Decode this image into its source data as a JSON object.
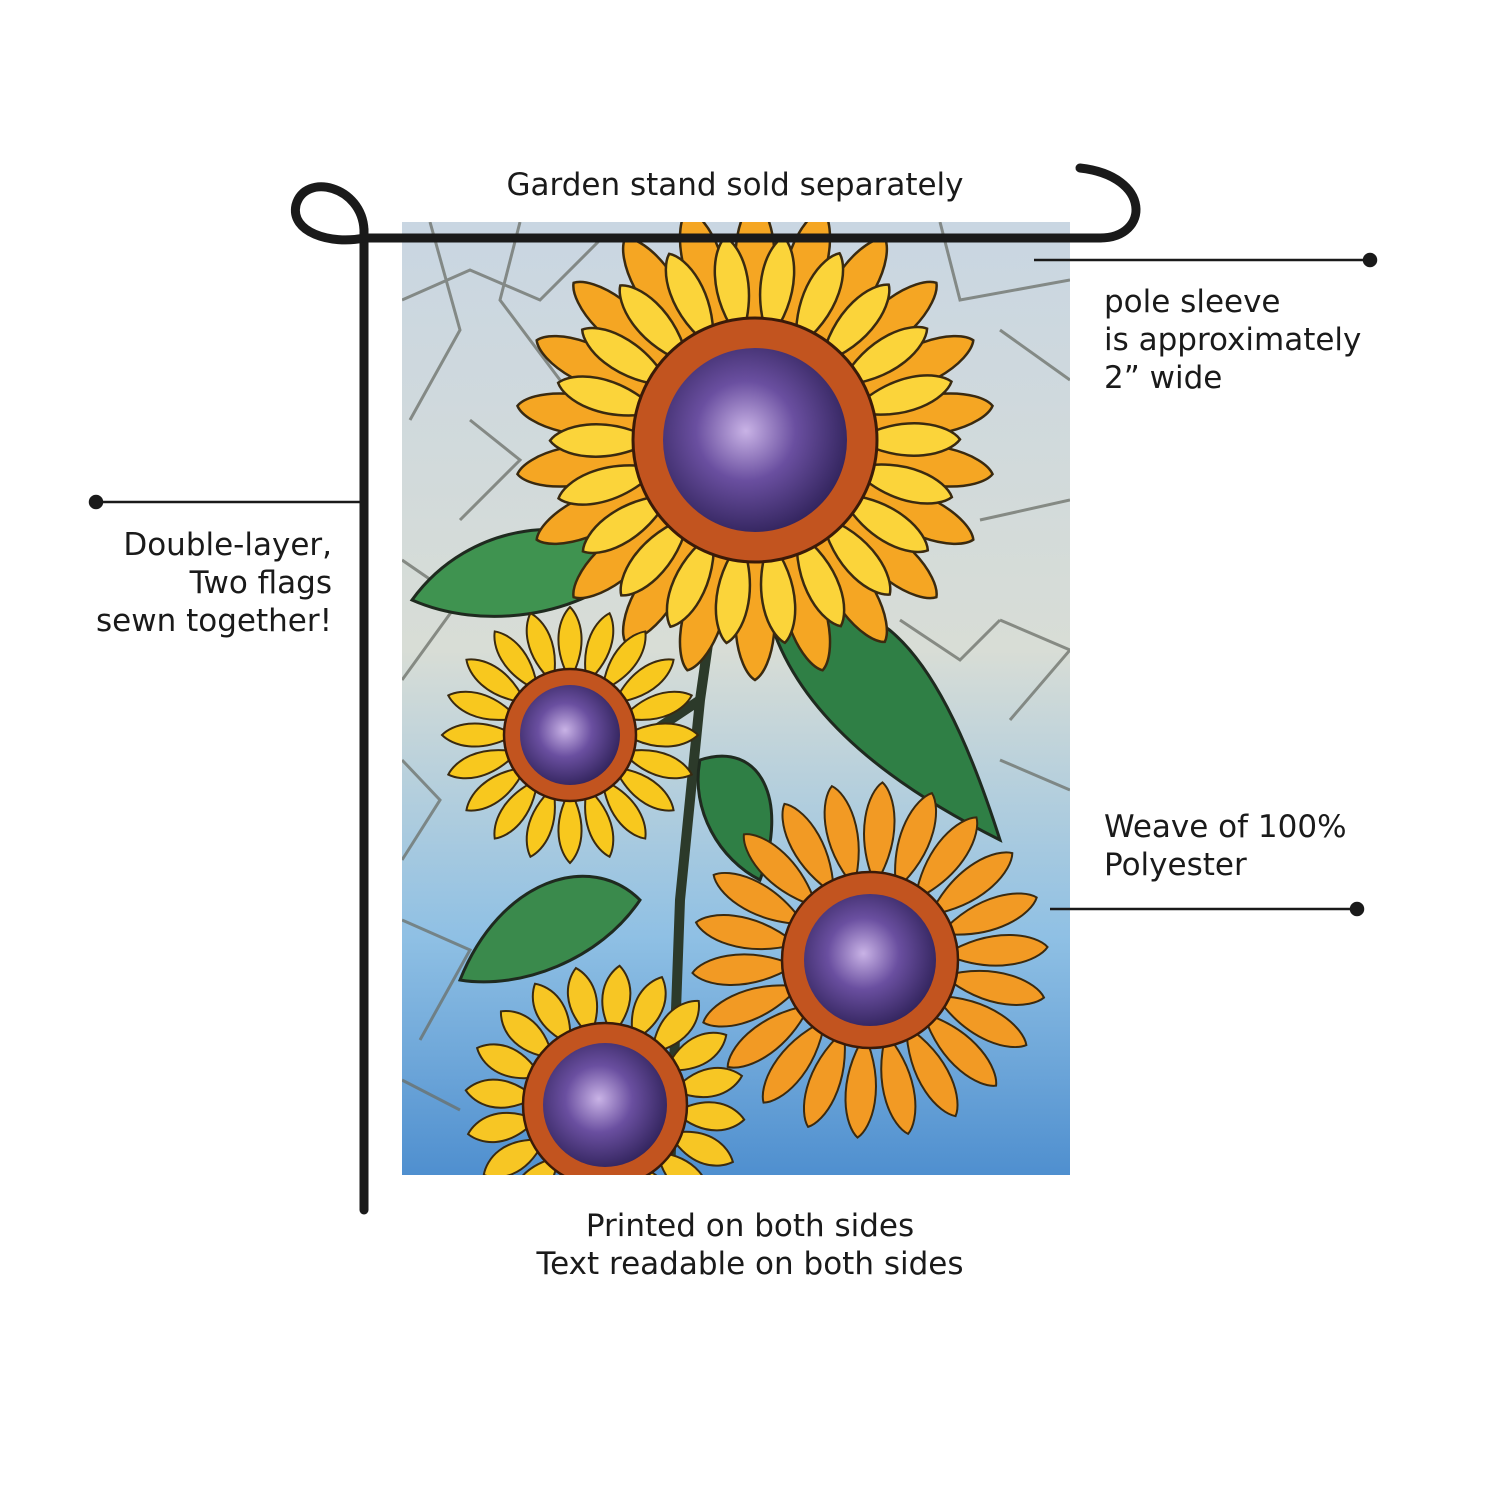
{
  "labels": {
    "stand": "Garden stand sold separately",
    "sleeve": [
      "pole sleeve",
      "is approximately",
      "2” wide"
    ],
    "double_layer": [
      "Double-layer,",
      "Two flags",
      "sewn together!"
    ],
    "weave": [
      "Weave of 100%",
      "Polyester"
    ],
    "printed": [
      "Printed on both sides",
      "Text readable on both sides"
    ]
  },
  "colors": {
    "stand": "#1a1a1a",
    "leader": "#1a1a1a",
    "glass_light": "#dfe3dc",
    "glass_blue": "#7fb6df",
    "petal_yellow": "#f7c21d",
    "petal_orange": "#f08a1c",
    "seed_purple": "#4a3578",
    "seed_ring": "#b0431c",
    "leaf_green": "#2d7a3f"
  },
  "icons": {
    "stand": "garden-flag-stand-icon",
    "flag": "stained-glass-sunflower-flag"
  }
}
